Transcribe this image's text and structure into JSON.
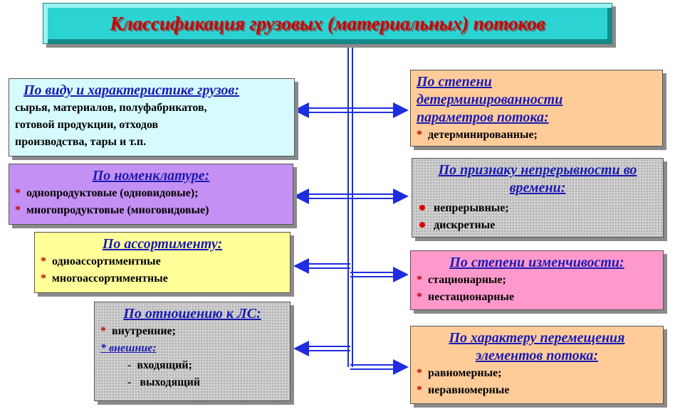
{
  "title": "Классификация грузовых (материальных) потоков",
  "colors": {
    "connector": "#1f2de0",
    "title_bg": "#2cd3d3",
    "title_text": "#cc0000",
    "heading": "#1a1ab4",
    "bullet": "#c00000"
  },
  "boxes": {
    "cargo": {
      "heading": "По виду и характеристике грузов:",
      "lines": [
        "сырья, материалов, полуфабрикатов,",
        "готовой продукции, отходов",
        "производства, тары и т.п."
      ]
    },
    "nomenclature": {
      "heading": "По номенклатуре:",
      "items": [
        "однопродуктовые (одновидовые);",
        "многопродуктовые (многовидовые)"
      ]
    },
    "assortment": {
      "heading": "По ассортименту:",
      "items": [
        "одноассортиментные",
        "многоассортиментные"
      ]
    },
    "ls": {
      "heading": "По отношению к ЛС:",
      "items": [
        "внутренние;",
        "внешние:"
      ],
      "subitems": [
        "входящий;",
        "выходящий"
      ]
    },
    "determinism": {
      "heading": "По степени детерминированности параметров потока:",
      "items": [
        "детерминированные;"
      ]
    },
    "continuity": {
      "heading": "По признаку непрерывности во времени:",
      "items": [
        "непрерывные;",
        "дискретные"
      ]
    },
    "variability": {
      "heading": "По степени изменчивости:",
      "items": [
        "стационарные;",
        "нестационарные"
      ]
    },
    "movement": {
      "heading": "По характеру перемещения элементов потока:",
      "items": [
        "равномерные;",
        "неравномерные"
      ]
    }
  }
}
